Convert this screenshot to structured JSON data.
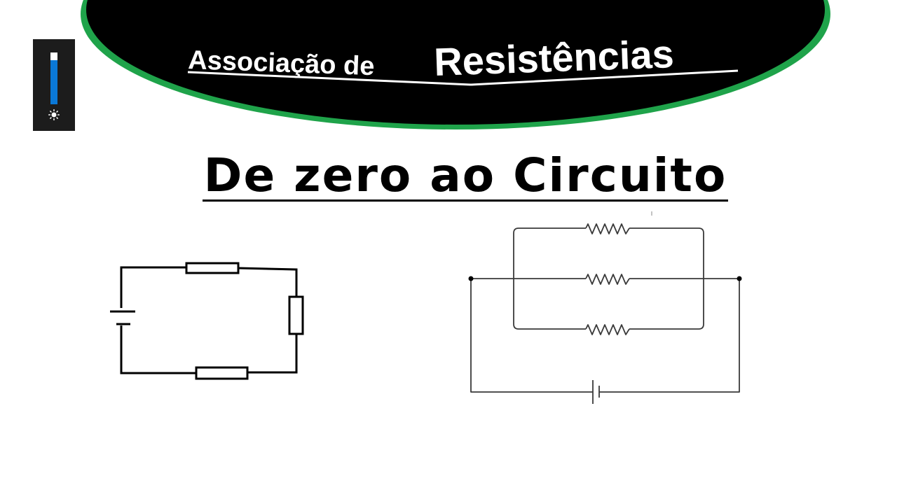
{
  "banner": {
    "title_prefix": "Associação de",
    "title_main": "Resistências",
    "background_color": "#000000",
    "border_color": "#1fa34a",
    "text_color": "#ffffff"
  },
  "brightness_indicator": {
    "icon": "sun-icon",
    "level_percent": 85,
    "fill_color": "#0a78d7"
  },
  "subtitle": {
    "text": "De zero ao Circuito"
  },
  "diagrams": [
    {
      "name": "series-circuit",
      "type": "series",
      "components": [
        "battery",
        "resistor-top",
        "resistor-right",
        "resistor-bottom"
      ],
      "resistor_symbol": "rectangle"
    },
    {
      "name": "parallel-circuit",
      "type": "parallel",
      "components": [
        "resistor-top",
        "resistor-middle",
        "resistor-bottom",
        "battery"
      ],
      "resistor_symbol": "zigzag",
      "nodes": 2
    }
  ]
}
